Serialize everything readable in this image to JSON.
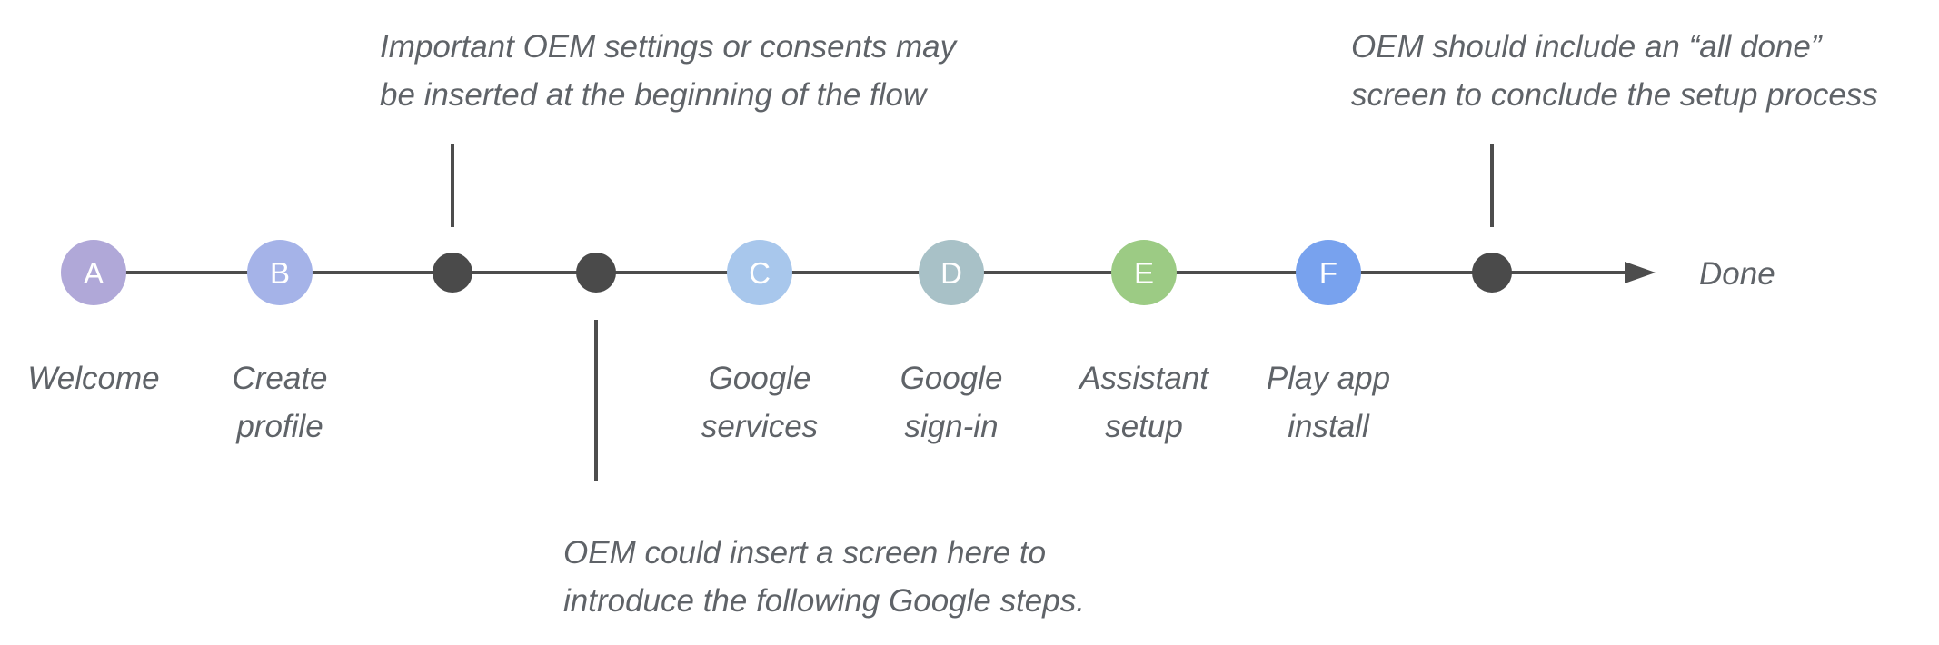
{
  "steps": [
    {
      "letter": "A",
      "label_lines": [
        "Welcome"
      ],
      "color": "#b0a8d8"
    },
    {
      "letter": "B",
      "label_lines": [
        "Create",
        "profile"
      ],
      "color": "#a5b3e8"
    },
    {
      "letter": "C",
      "label_lines": [
        "Google",
        "services"
      ],
      "color": "#a8c7ec"
    },
    {
      "letter": "D",
      "label_lines": [
        "Google",
        "sign-in"
      ],
      "color": "#a8c1c7"
    },
    {
      "letter": "E",
      "label_lines": [
        "Assistant",
        "setup"
      ],
      "color": "#9ccb84"
    },
    {
      "letter": "F",
      "label_lines": [
        "Play app",
        "install"
      ],
      "color": "#78a2ee"
    }
  ],
  "insertion_points": [
    {
      "id": "oem-start",
      "note_lines": [
        "Important OEM settings or consents may",
        "be inserted at the beginning of the flow"
      ]
    },
    {
      "id": "oem-intro",
      "note_lines": [
        "OEM could insert a screen here to",
        "introduce the following Google steps."
      ]
    },
    {
      "id": "oem-done",
      "note_lines": [
        "OEM should include an “all done”",
        "screen to conclude the setup process"
      ]
    }
  ],
  "end_label": "Done",
  "colors": {
    "line": "#4d4d4d",
    "text": "#5f6368",
    "insertion_dot": "#4a4a4a"
  }
}
